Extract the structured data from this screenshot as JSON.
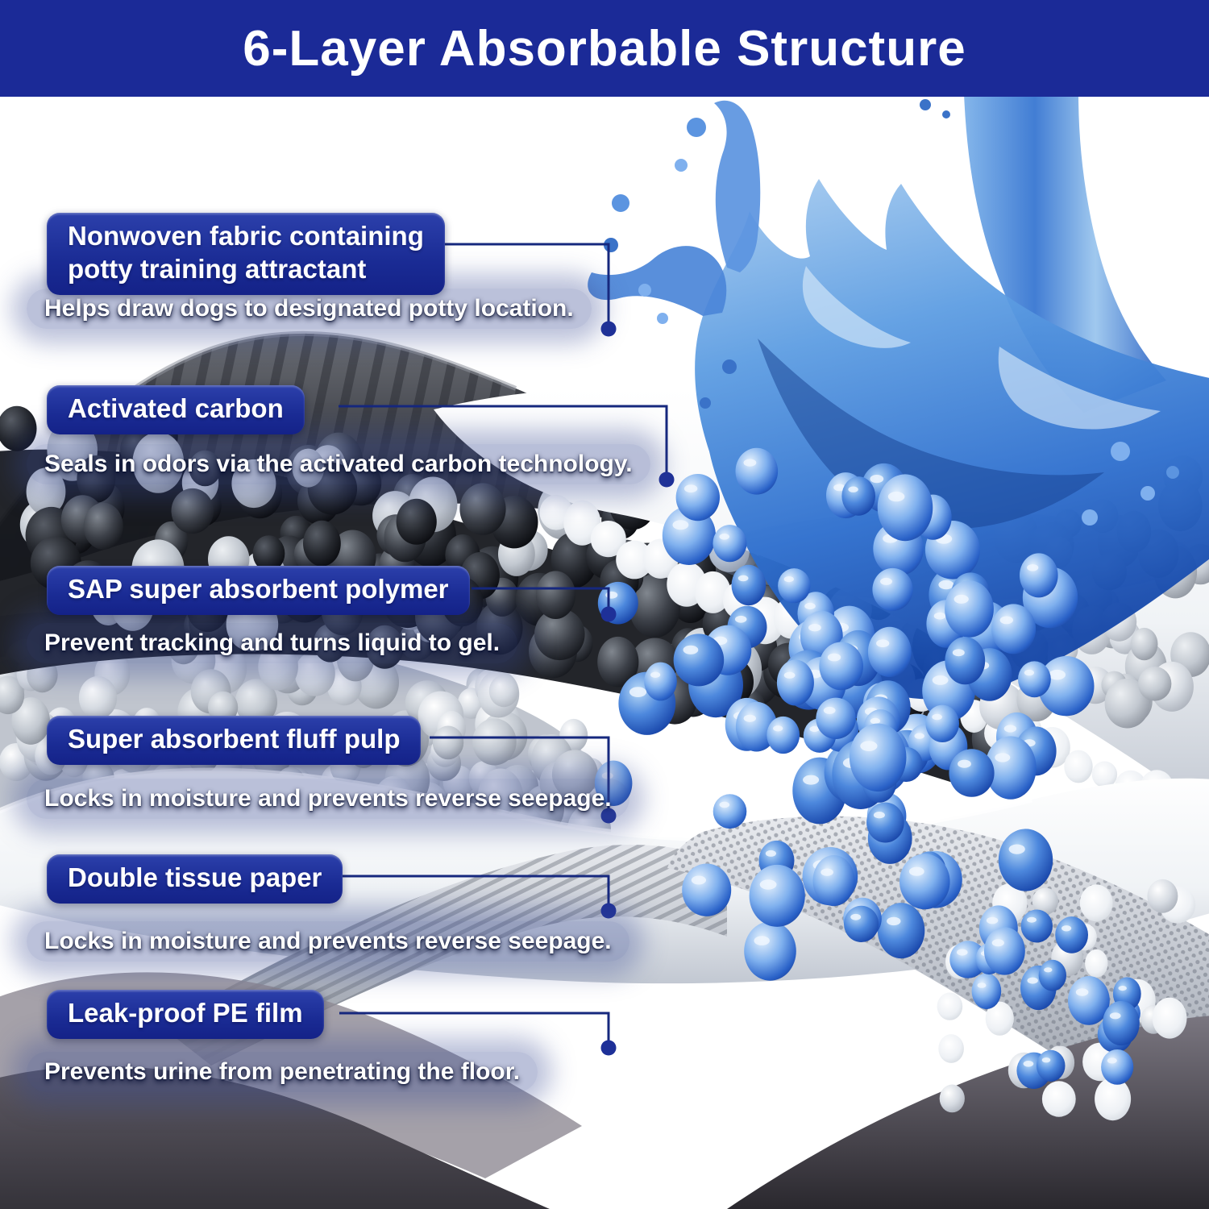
{
  "page": {
    "title": "6-Layer Absorbable Structure"
  },
  "colors": {
    "banner_blue": "#1b2a97",
    "label_blue": "#1a2b94",
    "connector_blue": "#16287e",
    "dot_blue": "#1e3098",
    "water_blue": "#3f7ed4"
  },
  "layers": [
    {
      "id": "nonwoven",
      "lines": [
        "Nonwoven fabric containing",
        "potty training attractant"
      ],
      "label": "Nonwoven fabric containing potty training attractant",
      "description": "Helps draw dogs to designated potty location."
    },
    {
      "id": "activated-carbon",
      "lines": [
        "Activated carbon"
      ],
      "label": "Activated carbon",
      "description": "Seals in odors via the activated carbon technology."
    },
    {
      "id": "sap-polymer",
      "lines": [
        "SAP super absorbent polymer"
      ],
      "label": "SAP super absorbent polymer",
      "description": "Prevent tracking and turns liquid to gel."
    },
    {
      "id": "fluff-pulp",
      "lines": [
        "Super absorbent fluff pulp"
      ],
      "label": "Super absorbent fluff pulp",
      "description": "Locks in moisture and prevents reverse seepage."
    },
    {
      "id": "tissue-paper",
      "lines": [
        "Double tissue paper"
      ],
      "label": "Double tissue paper",
      "description": "Locks in moisture and prevents reverse seepage."
    },
    {
      "id": "pe-film",
      "lines": [
        "Leak-proof PE film"
      ],
      "label": "Leak-proof PE film",
      "description": "Prevents urine from penetrating the floor."
    }
  ]
}
